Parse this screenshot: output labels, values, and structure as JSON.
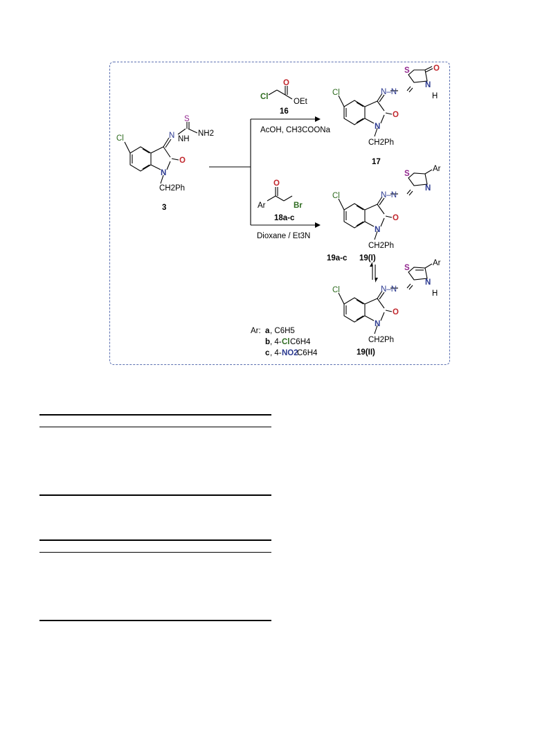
{
  "scheme": {
    "cmpd3": {
      "s": "S",
      "nh2": "NH2",
      "nh": "NH",
      "cl": "Cl",
      "n": "N",
      "o": "O",
      "ch2ph": "CH2Ph",
      "label": "3"
    },
    "reagent16": {
      "cl": "Cl",
      "o": "O",
      "oet": "OEt",
      "label": "16"
    },
    "cond1": "AcOH, CH3COONa",
    "cmpd17": {
      "s": "S",
      "o": "O",
      "n3": "N",
      "h": "H",
      "cl": "Cl",
      "azo": "N–N",
      "n1": "N",
      "o2": "O",
      "ch2ph": "CH2Ph",
      "label": "17"
    },
    "reagent18": {
      "ar": "Ar",
      "o": "O",
      "br": "Br",
      "label": "18a-c"
    },
    "cond2": "Dioxane / Et3N",
    "cmpd19I": {
      "s": "S",
      "ar": "Ar",
      "n": "N",
      "cl": "Cl",
      "azo": "N–N",
      "n1": "N",
      "o": "O",
      "ch2ph": "CH2Ph",
      "label_a": "19a-c",
      "label_b": "19(I)"
    },
    "cmpd19II": {
      "s": "S",
      "ar": "Ar",
      "n": "N",
      "h": "H",
      "cl": "Cl",
      "azo": "N–N",
      "n1": "N",
      "o": "O",
      "ch2ph": "CH2Ph",
      "label": "19(II)"
    },
    "ar_list": {
      "prefix": "Ar:",
      "a": {
        "letter": "a",
        "text": ", C6H5"
      },
      "b": {
        "letter": "b",
        "text1": ", 4-",
        "hl": "Cl",
        "text2": "C6H4"
      },
      "c": {
        "letter": "c",
        "text1": ", 4-",
        "hl": "NO2",
        "text2": "C6H4"
      }
    },
    "colors": {
      "N": "#2b3990",
      "O": "#c1272d",
      "S": "#92278f",
      "Cl": "#2e6b1f"
    }
  }
}
